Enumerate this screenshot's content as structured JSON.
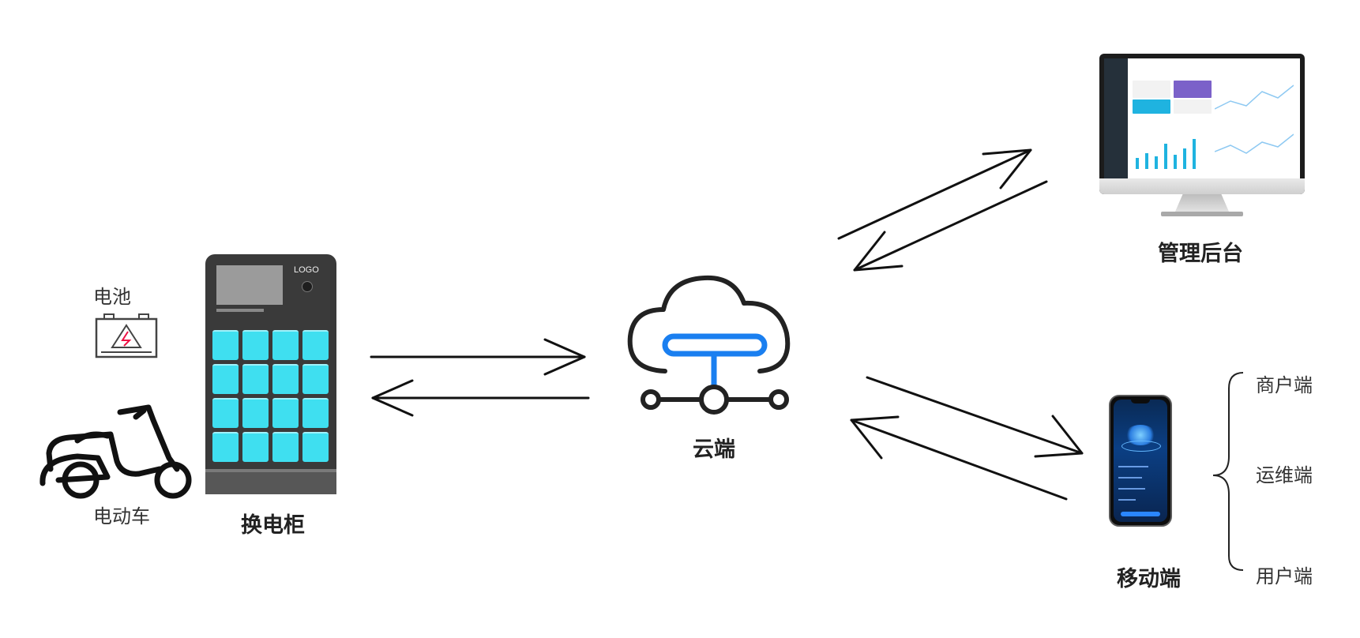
{
  "labels": {
    "battery": "电池",
    "ebike": "电动车",
    "cabinet": "换电柜",
    "cloud": "云端",
    "admin": "管理后台",
    "mobile": "移动端",
    "merchant": "商户端",
    "ops": "运维端",
    "user": "用户端"
  },
  "cabinet": {
    "logo": "LOGO",
    "compartments": 16
  },
  "colors": {
    "compartment": "#3fdff0",
    "cloud_accent": "#1a7ff0",
    "cabinet_body": "#3a3a3a",
    "arrow": "#111111"
  },
  "icons": [
    "battery-icon",
    "scooter-icon",
    "cloud-network-icon",
    "monitor-icon",
    "phone-icon",
    "brace-icon"
  ]
}
